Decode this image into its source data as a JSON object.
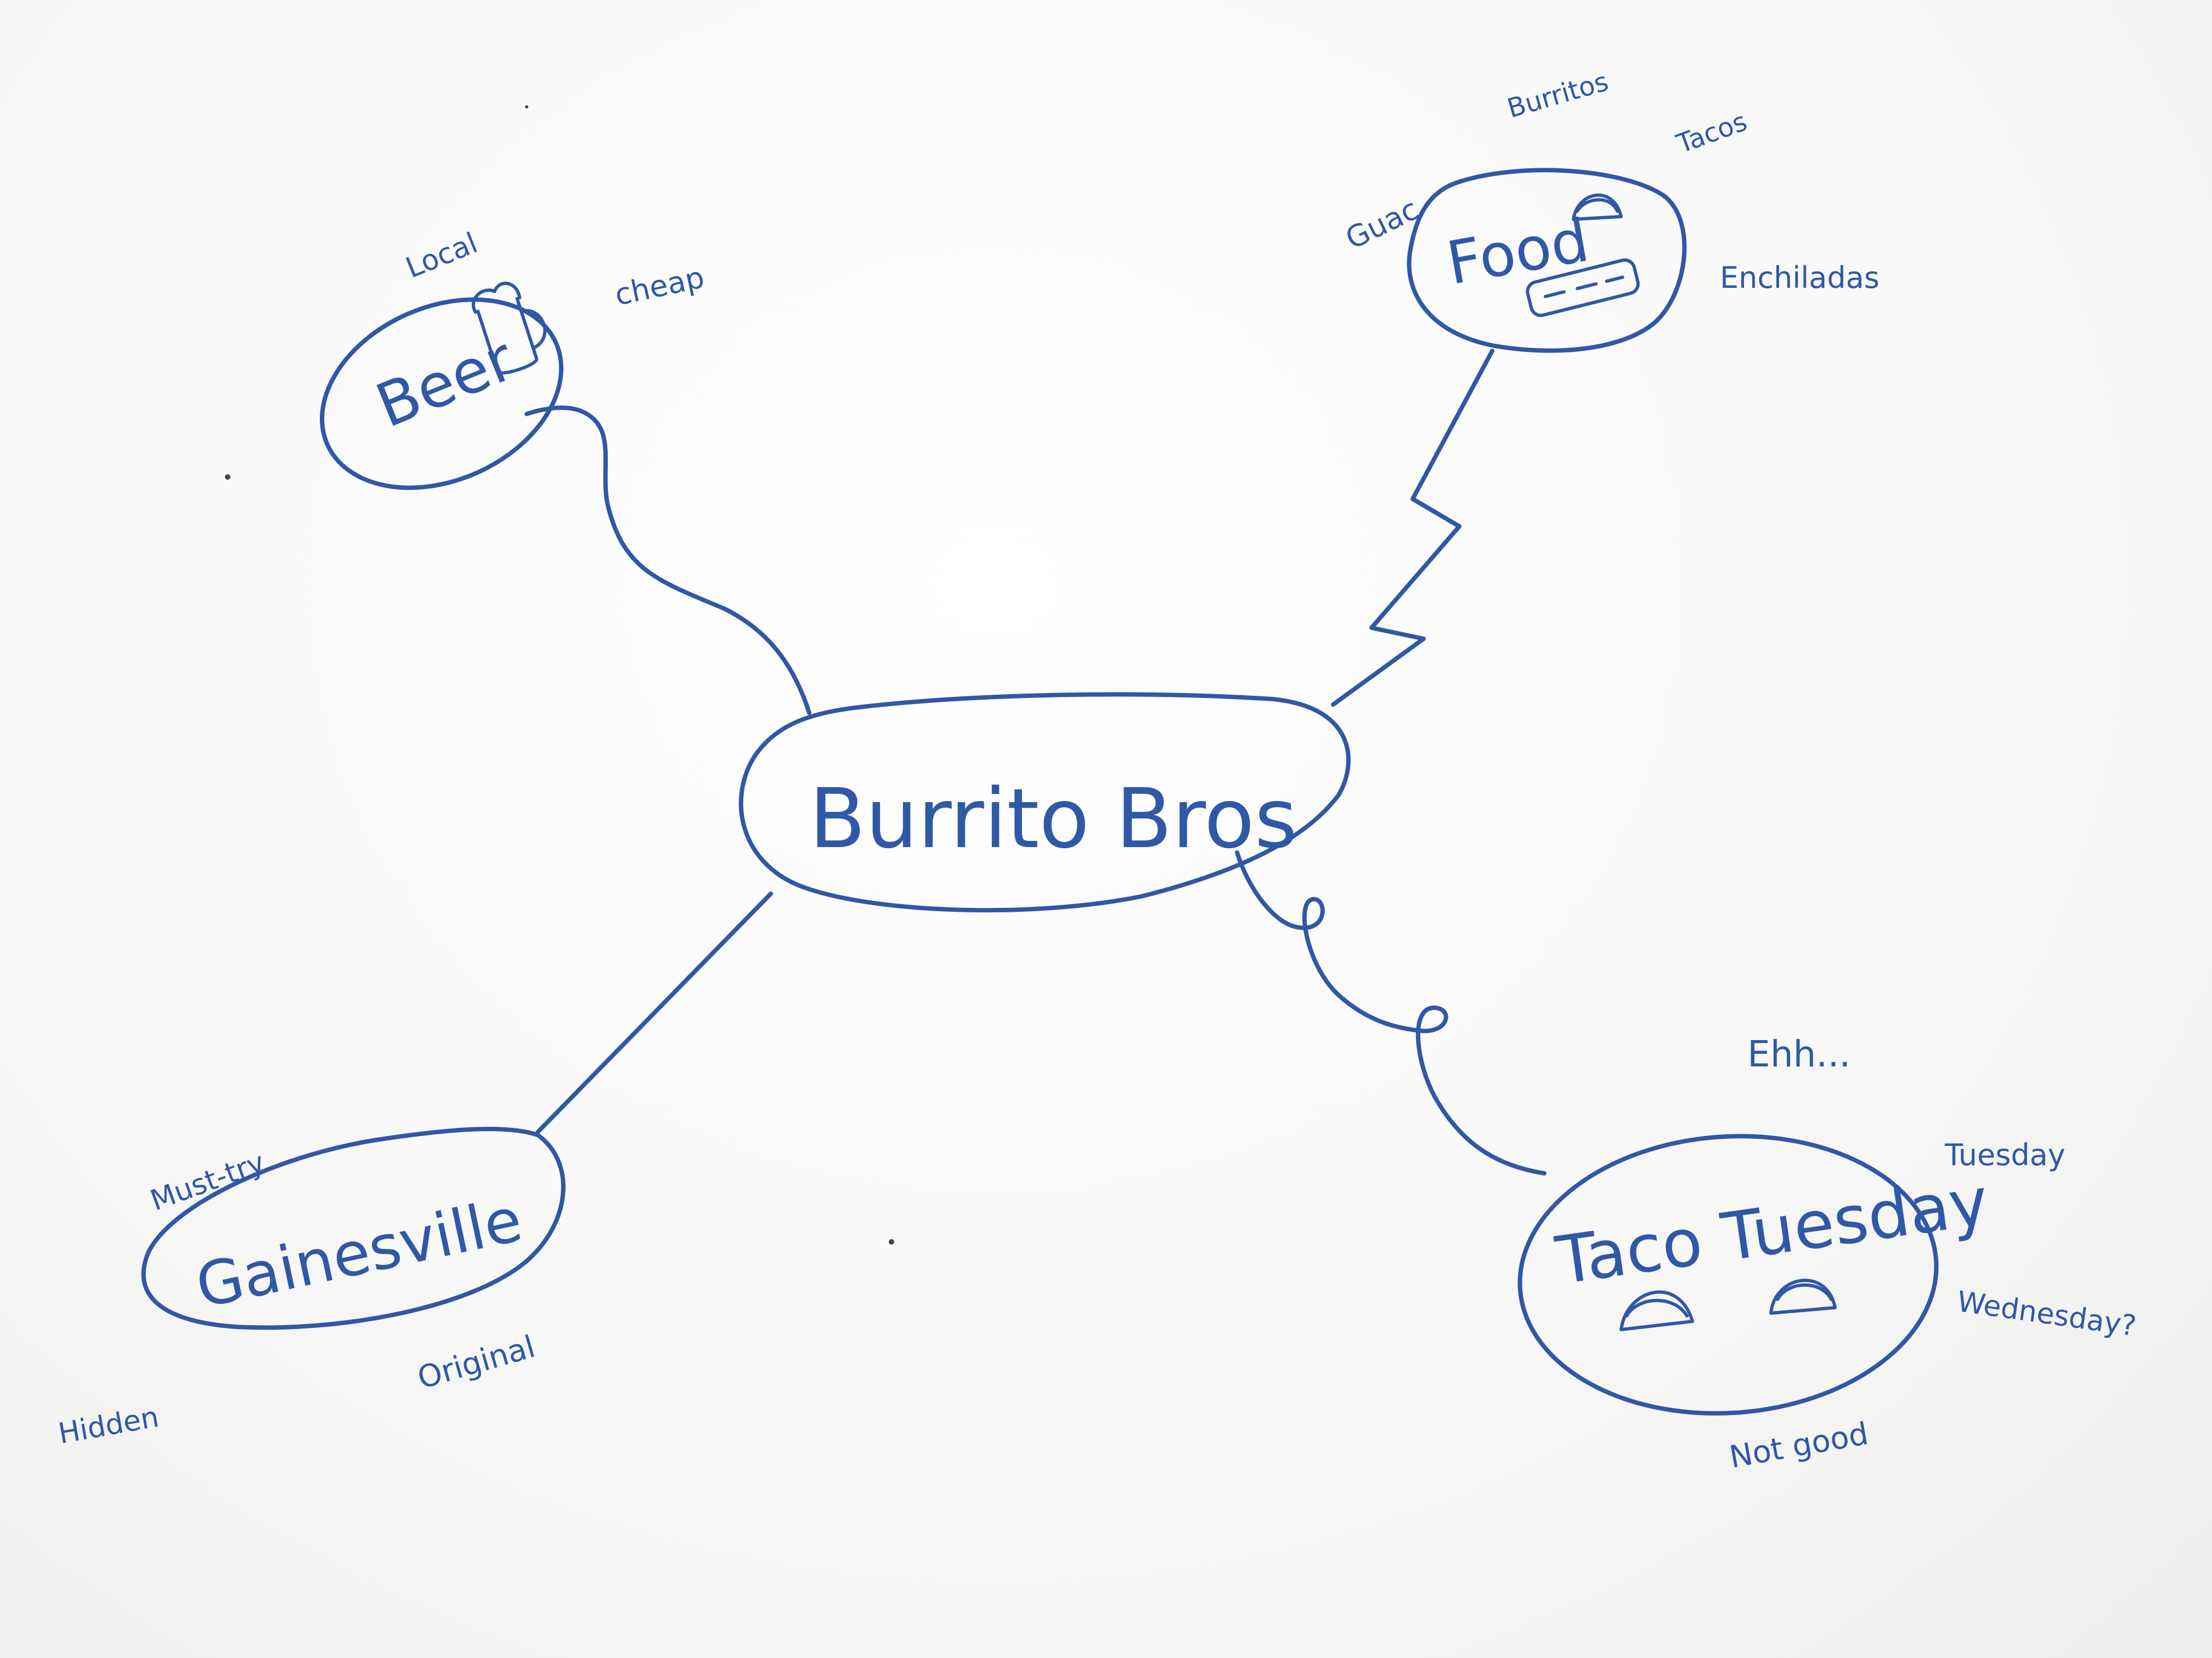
{
  "diagram": {
    "ink_color": "#2f58a6",
    "board_color": "#f7f7f5",
    "center": {
      "label": "Burrito Bros"
    },
    "branches": [
      {
        "id": "beer",
        "label": "Beer",
        "icon": "beer-mug-icon",
        "notes": [
          "Local",
          "cheap"
        ]
      },
      {
        "id": "food",
        "label": "Food",
        "icons": [
          "taco-icon",
          "burrito-icon"
        ],
        "notes": [
          "Burritos",
          "Tacos",
          "Guac",
          "Enchiladas"
        ]
      },
      {
        "id": "gainesville",
        "label": "Gainesville",
        "notes": [
          "Must-try",
          "Original",
          "Hidden"
        ]
      },
      {
        "id": "taco-tuesday",
        "label": "Taco Tuesday",
        "icons": [
          "taco-icon",
          "taco-icon"
        ],
        "notes": [
          "Ehh...",
          "Tuesday",
          "Wednesday?",
          "Not good"
        ]
      }
    ]
  }
}
